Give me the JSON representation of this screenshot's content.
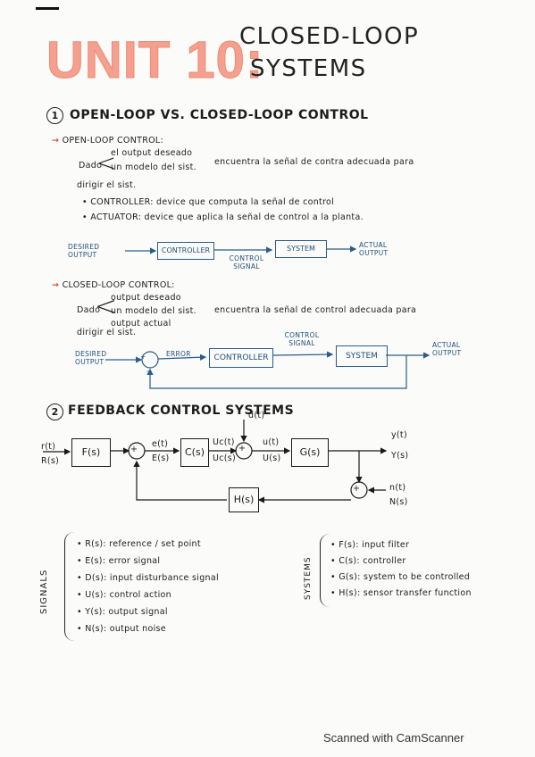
{
  "header": {
    "unit": "UNIT 10:",
    "subtitle_line1": "CLOSED-LOOP",
    "subtitle_line2": "SYSTEMS"
  },
  "section1": {
    "number": "1",
    "title": "OPEN-LOOP VS. CLOSED-LOOP CONTROL",
    "open_loop": {
      "heading": "OPEN-LOOP CONTROL:",
      "dado": "Dado",
      "cond1": "el output deseado",
      "cond2": "un modelo del sist.",
      "rest1": "encuentra la señal de contra adecuada para",
      "rest2": "dirigir el sist.",
      "bullet1": "CONTROLLER: device que computa la señal de control",
      "bullet2": "ACTUATOR: device que aplica la señal de control a la planta.",
      "diagram": {
        "desired": "DESIRED OUTPUT",
        "controller": "CONTROLLER",
        "control_signal": "CONTROL SIGNAL",
        "system": "SYSTEM",
        "actual": "ACTUAL OUTPUT"
      }
    },
    "closed_loop": {
      "heading": "CLOSED-LOOP CONTROL:",
      "dado": "Dado",
      "cond1": "output deseado",
      "cond2": "un modelo del sist.",
      "cond3": "output actual",
      "rest1": "encuentra la señal de control adecuada para",
      "rest2": "dirigir el sist.",
      "diagram": {
        "desired": "DESIRED OUTPUT",
        "error": "ERROR",
        "controller": "CONTROLLER",
        "control_signal": "CONTROL SIGNAL",
        "system": "SYSTEM",
        "actual": "ACTUAL OUTPUT",
        "plus": "+",
        "minus": "-"
      }
    }
  },
  "section2": {
    "number": "2",
    "title": "FEEDBACK CONTROL SYSTEMS",
    "diagram": {
      "d_t": "d(t)",
      "r_t": "r(t)",
      "R_s": "R(s)",
      "F": "F(s)",
      "e_t": "e(t)",
      "E_s": "E(s)",
      "C": "C(s)",
      "uc_t": "Uc(t)",
      "Uc_s": "Uc(s)",
      "u_t": "u(t)",
      "U_s": "U(s)",
      "G": "G(s)",
      "y_t": "y(t)",
      "Y_s": "Y(s)",
      "H": "H(s)",
      "n_t": "n(t)",
      "N_s": "N(s)",
      "plus": "+",
      "minus": "-"
    }
  },
  "signals": {
    "label": "SIGNALS",
    "items": [
      "R(s): reference / set point",
      "E(s): error signal",
      "D(s): input disturbance signal",
      "U(s): control action",
      "Y(s): output signal",
      "N(s): output noise"
    ]
  },
  "systems": {
    "label": "SYSTEMS",
    "items": [
      "F(s): input filter",
      "C(s): controller",
      "G(s): system to be controlled",
      "H(s): sensor transfer function"
    ]
  },
  "footer": {
    "scanned": "Scanned with CamScanner"
  }
}
